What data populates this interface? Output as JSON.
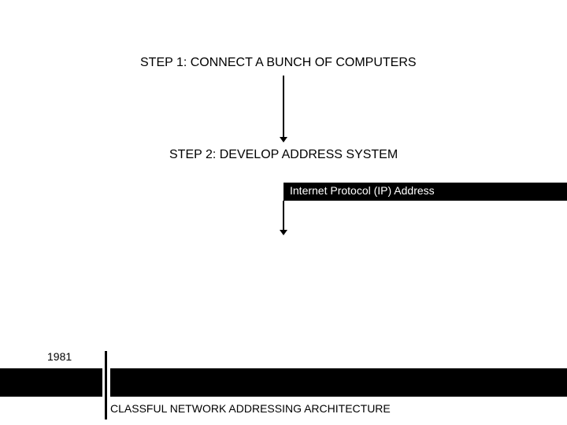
{
  "steps": {
    "step1": "STEP 1: CONNECT A BUNCH OF COMPUTERS",
    "step2": "STEP 2: DEVELOP ADDRESS SYSTEM",
    "ip_label": "Internet Protocol (IP) Address"
  },
  "timeline": {
    "year": "1981",
    "label": "CLASSFUL NETWORK ADDRESSING ARCHITECTURE"
  }
}
